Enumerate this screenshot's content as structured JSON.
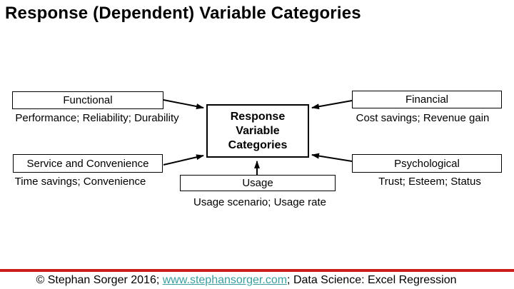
{
  "title": "Response (Dependent) Variable Categories",
  "diagram": {
    "center_label": "Response\nVariable\nCategories",
    "nodes": {
      "functional": {
        "label": "Functional",
        "detail": "Performance; Reliability; Durability"
      },
      "financial": {
        "label": "Financial",
        "detail": "Cost savings; Revenue gain"
      },
      "service": {
        "label": "Service and Convenience",
        "detail": "Time savings; Convenience"
      },
      "psychological": {
        "label": "Psychological",
        "detail": "Trust; Esteem; Status"
      },
      "usage": {
        "label": "Usage",
        "detail": "Usage scenario; Usage rate"
      }
    }
  },
  "footer": {
    "prefix": "© Stephan Sorger 2016; ",
    "link": "www.stephansorger.com",
    "suffix": "; Data Science: Excel Regression",
    "accent_color": "#CB1B1B",
    "link_color": "#3A9EA0"
  }
}
